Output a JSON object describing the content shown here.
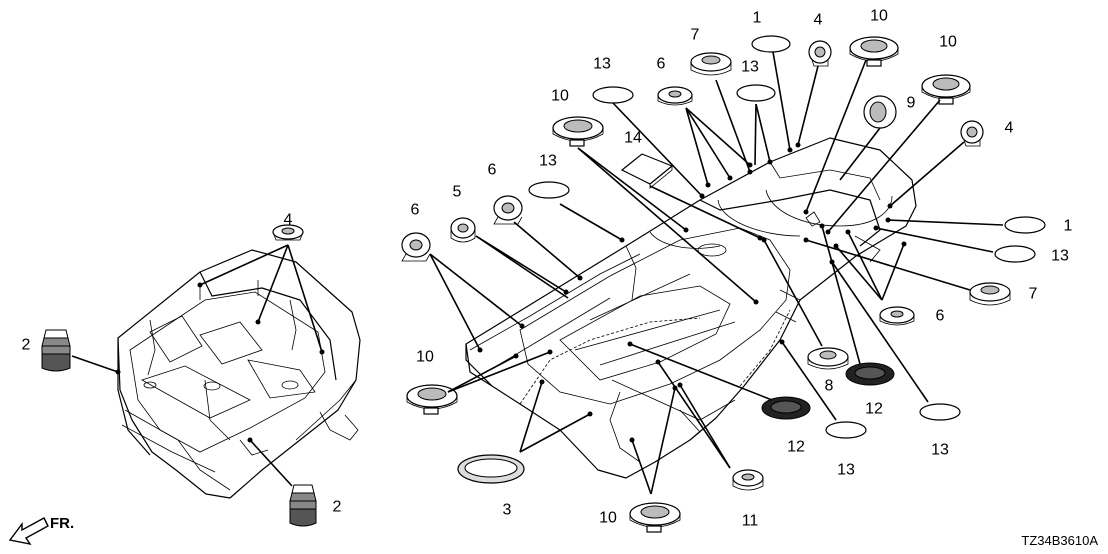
{
  "diagram": {
    "ref_code": "TZ34B3610A",
    "direction_label": "FR.",
    "callouts": [
      {
        "id": "c1",
        "label": "1"
      },
      {
        "id": "c2",
        "label": "4"
      },
      {
        "id": "c3",
        "label": "10"
      },
      {
        "id": "c4",
        "label": "10"
      },
      {
        "id": "c5",
        "label": "7"
      },
      {
        "id": "c6",
        "label": "9"
      },
      {
        "id": "c7",
        "label": "13"
      },
      {
        "id": "c8",
        "label": "6"
      },
      {
        "id": "c9",
        "label": "13"
      },
      {
        "id": "c10",
        "label": "4"
      },
      {
        "id": "c11",
        "label": "10"
      },
      {
        "id": "c12",
        "label": "14"
      },
      {
        "id": "c13",
        "label": "6"
      },
      {
        "id": "c14",
        "label": "13"
      },
      {
        "id": "c15",
        "label": "5"
      },
      {
        "id": "c16",
        "label": "6"
      },
      {
        "id": "c17",
        "label": "1"
      },
      {
        "id": "c18",
        "label": "13"
      },
      {
        "id": "c19",
        "label": "7"
      },
      {
        "id": "c20",
        "label": "6"
      },
      {
        "id": "c21",
        "label": "4"
      },
      {
        "id": "c22",
        "label": "2"
      },
      {
        "id": "c23",
        "label": "10"
      },
      {
        "id": "c24",
        "label": "8"
      },
      {
        "id": "c25",
        "label": "12"
      },
      {
        "id": "c26",
        "label": "12"
      },
      {
        "id": "c27",
        "label": "13"
      },
      {
        "id": "c28",
        "label": "13"
      },
      {
        "id": "c29",
        "label": "2"
      },
      {
        "id": "c30",
        "label": "3"
      },
      {
        "id": "c31",
        "label": "10"
      },
      {
        "id": "c32",
        "label": "11"
      }
    ]
  }
}
